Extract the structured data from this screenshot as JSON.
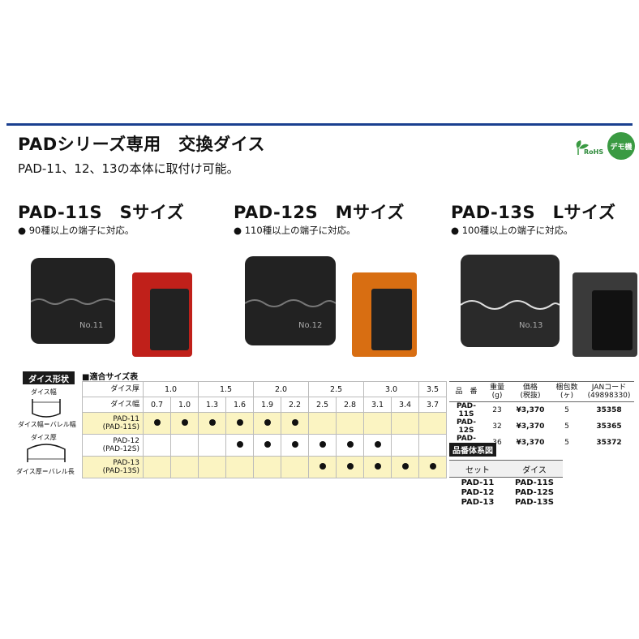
{
  "header": {
    "title": "PADシリーズ専用　交換ダイス",
    "subtitle": "PAD-11、12、13の本体に取付け可能。",
    "rohs_label": "RoHS",
    "demo_label": "デモ機"
  },
  "models": [
    {
      "name": "PAD-11S　Sサイズ",
      "desc": "● 90種以上の端子に対応。",
      "die_label": "No.11"
    },
    {
      "name": "PAD-12S　Mサイズ",
      "desc": "● 110種以上の端子に対応。",
      "die_label": "No.12"
    },
    {
      "name": "PAD-13S　Lサイズ",
      "desc": "● 100種以上の端子に対応。",
      "die_label": "No.13"
    }
  ],
  "shape": {
    "label": "ダイス形状",
    "width_label": "ダイス幅",
    "width_eq": "ダイス幅＝バレル幅",
    "thick_label": "ダイス厚",
    "thick_eq": "ダイス厚＝バレル長"
  },
  "compat": {
    "title": "■適合サイズ表",
    "thickness_header": "ダイス厚",
    "width_header": "ダイス幅",
    "thicknesses": [
      "1.0",
      "1.5",
      "2.0",
      "2.5",
      "3.0",
      "3.5"
    ],
    "widths": [
      "0.7",
      "1.0",
      "1.3",
      "1.6",
      "1.9",
      "2.2",
      "2.5",
      "2.8",
      "3.1",
      "3.4",
      "3.7"
    ],
    "rows": [
      {
        "label1": "PAD-11",
        "label2": "(PAD-11S)",
        "dots": [
          1,
          1,
          1,
          1,
          1,
          1,
          0,
          0,
          0,
          0,
          0
        ]
      },
      {
        "label1": "PAD-12",
        "label2": "(PAD-12S)",
        "dots": [
          0,
          0,
          0,
          1,
          1,
          1,
          1,
          1,
          1,
          0,
          0
        ]
      },
      {
        "label1": "PAD-13",
        "label2": "(PAD-13S)",
        "dots": [
          0,
          0,
          0,
          0,
          0,
          0,
          1,
          1,
          1,
          1,
          1
        ]
      }
    ]
  },
  "spec": {
    "headers": [
      "品　番",
      "重量\n(g)",
      "価格\n(税抜)",
      "梱包数\n(ヶ)",
      "JANコード\n(49898330)"
    ],
    "rows": [
      [
        "PAD-11S",
        "23",
        "¥3,370",
        "5",
        "35358"
      ],
      [
        "PAD-12S",
        "32",
        "¥3,370",
        "5",
        "35365"
      ],
      [
        "PAD-13S",
        "36",
        "¥3,370",
        "5",
        "35372"
      ]
    ]
  },
  "system": {
    "title": "品番体系図",
    "headers": [
      "セット",
      "ダイス"
    ],
    "rows": [
      [
        "PAD-11",
        "PAD-11S"
      ],
      [
        "PAD-12",
        "PAD-12S"
      ],
      [
        "PAD-13",
        "PAD-13S"
      ]
    ]
  }
}
